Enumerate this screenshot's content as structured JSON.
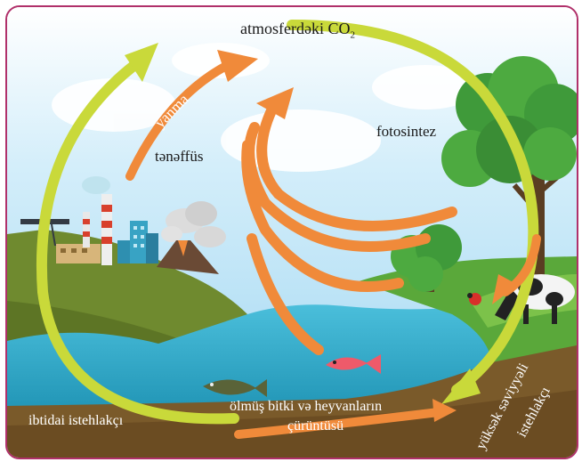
{
  "labels": {
    "atmosphere_prefix": "atmosferdəki CO",
    "atmosphere_subscript": "2",
    "combustion": "yanma",
    "respiration": "tənəffüs",
    "photosynthesis": "fotosintez",
    "primary_consumer": "ibtidai istehlakçı",
    "decomposition_line1": "ölmüş bitki və heyvanların",
    "decomposition_line2": "çürüntüsü",
    "high_level_line1": "yüksək səviyyəli",
    "high_level_line2": "istehlakçı"
  },
  "colors": {
    "cycle_arrow": "#c9d93a",
    "flow_arrow": "#f08a3a",
    "sky": "#9fd6f2",
    "water": "#2fa6c4",
    "hill_left": "#6f8a2f",
    "hill_right": "#5aa83a",
    "soil": "#7a5a2a",
    "frame_border": "#b0306a"
  }
}
